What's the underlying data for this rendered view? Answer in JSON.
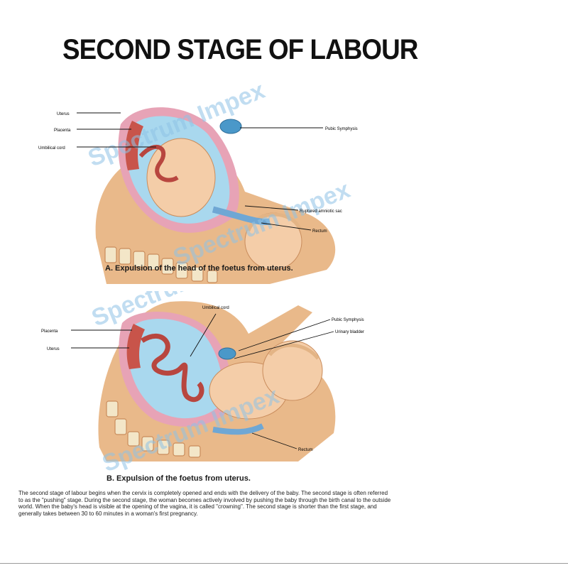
{
  "title": "SECOND STAGE OF LABOUR",
  "watermark": "Spectrum Impex",
  "panel_a": {
    "caption": "A. Expulsion of the head of the foetus from uterus.",
    "labels": {
      "uterus": "Uterus",
      "placenta": "Placenta",
      "umbilical_cord": "Umbilical cord",
      "pubic_symphysis": "Pubic Symphysis",
      "ruptured_amniotic_sac": "Ruptured amniotic sac",
      "rectum": "Rectum"
    }
  },
  "panel_b": {
    "caption": "B. Expulsion of the foetus from uterus.",
    "labels": {
      "umbilical_cord": "Umbilical cord",
      "placenta": "Placenta",
      "uterus": "Uterus",
      "pubic_symphysis": "Pubic Symphysis",
      "urinary_bladder": "Urinary bladder",
      "rectum": "Rectum"
    }
  },
  "description": "The second stage of labour begins when the cervix is completely opened and ends with the delivery of the baby. The second stage is often referred to as the \"pushing\" stage. During the second stage, the woman becomes actively involved by pushing the baby through the birth canal to the outside world. When the baby's head is visible at the opening of the vagina, it is called \"crowning\". The second stage is shorter than the first stage, and generally takes between 30 to 60 minutes in a woman's first pregnancy.",
  "colors": {
    "skin": "#e9b98a",
    "skin_dark": "#c98c5c",
    "uterus_pink": "#e7a3b6",
    "amniotic_blue": "#a9d8ee",
    "placenta_red": "#c8544a",
    "spine": "#f3e6c8",
    "watermark": "#8fc3e6"
  }
}
